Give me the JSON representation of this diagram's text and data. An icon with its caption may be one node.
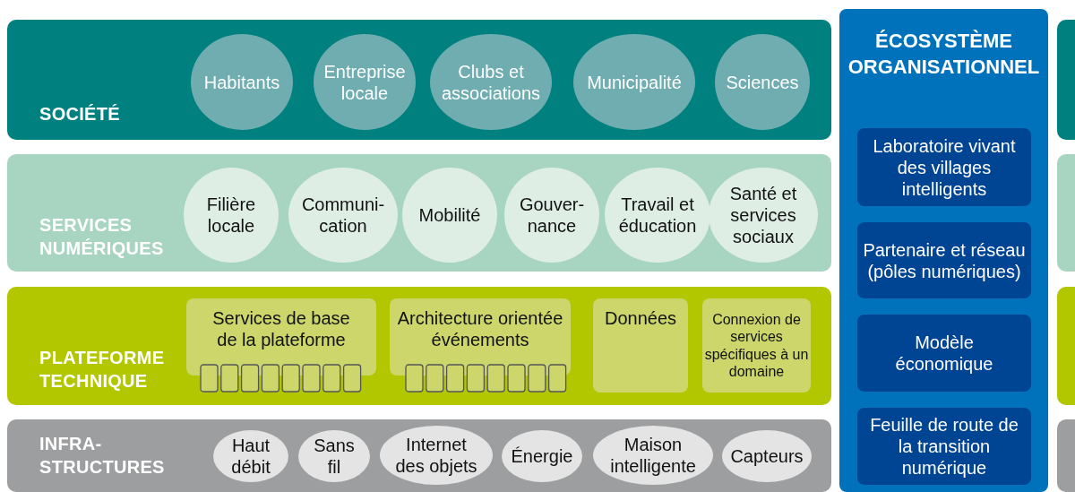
{
  "diagram": {
    "nodes": [
      {
        "text": [
          "SOCIÉTÉ"
        ]
      },
      {
        "text": [
          "Habitants"
        ],
        "in": 0
      },
      {
        "text": [
          "Entreprise locale"
        ],
        "in": 0
      },
      {
        "text": [
          "Clubs et associations"
        ],
        "in": 0
      },
      {
        "text": [
          "Municipalité"
        ],
        "in": 0
      },
      {
        "text": [
          "Sciences"
        ],
        "in": 0
      },
      {
        "text": [
          "SERVICES NUMÉRIQUES"
        ]
      },
      {
        "text": [
          "Filière locale"
        ],
        "in": 6
      },
      {
        "text": [
          "Communi- cation"
        ],
        "in": 6
      },
      {
        "text": [
          "Mobilité"
        ],
        "in": 6
      },
      {
        "text": [
          "Gouver- nance"
        ],
        "in": 6
      },
      {
        "text": [
          "Travail et éducation"
        ],
        "in": 6
      },
      {
        "text": [
          "Santé et services sociaux"
        ],
        "in": 6
      },
      {
        "text": [
          "PLATEFORME TECHNIQUE"
        ]
      },
      {
        "text": [
          "Services de base de la plateforme"
        ],
        "in": 13
      },
      {
        "text": [
          "Architecture orientée événements"
        ],
        "in": 13
      },
      {
        "text": [
          "Données"
        ],
        "in": 13
      },
      {
        "text": [
          "Connexion de services spécifiques à un domaine"
        ],
        "in": 13
      },
      {
        "text": [
          "INFRA- STRUCTURES"
        ]
      },
      {
        "text": [
          "Haut débit"
        ],
        "in": 18
      },
      {
        "text": [
          "Sans fil"
        ],
        "in": 18
      },
      {
        "text": [
          "Internet des objets"
        ],
        "in": 18
      },
      {
        "text": [
          "Énergie"
        ],
        "in": 18
      },
      {
        "text": [
          "Maison intelligente"
        ],
        "in": 18
      },
      {
        "text": [
          "Capteurs"
        ],
        "in": 18
      },
      {
        "text": [
          "ÉCOSYSTÈME ORGANISATIONNEL"
        ]
      },
      {
        "text": [
          "Laboratoire vivant des villages intelligents"
        ],
        "in": 25
      },
      {
        "text": [
          "Partenaire et réseau (pôles numériques)"
        ],
        "in": 25
      },
      {
        "text": [
          "Modèle économique"
        ],
        "in": 25
      },
      {
        "text": [
          "Feuille de route de la transition numérique"
        ],
        "in": 25
      },
      {
        "text": [],
        "shape": "bar"
      },
      {
        "text": [],
        "shape": "bar"
      },
      {
        "text": [],
        "shape": "bar"
      },
      {
        "text": [],
        "shape": "bar"
      }
    ],
    "edges": []
  }
}
